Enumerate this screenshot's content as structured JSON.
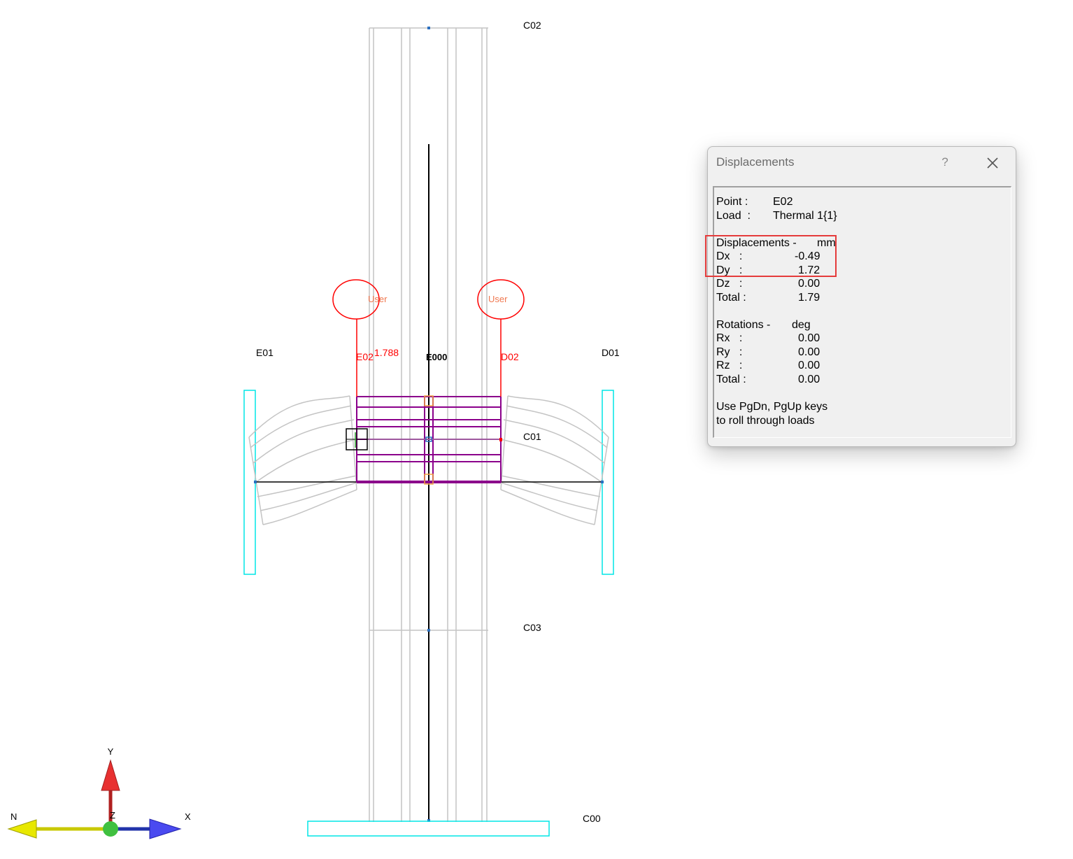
{
  "canvas": {
    "node_labels": {
      "c02": "C02",
      "c01": "C01",
      "c03": "C03",
      "c00": "C00",
      "e01": "E01",
      "d01": "D01",
      "e02": "E02",
      "d02": "D02",
      "overlap": "E000"
    },
    "value_label": "1.788",
    "user_left": "User",
    "user_right": "User"
  },
  "axis_triad": {
    "y": "Y",
    "x": "X",
    "n": "N",
    "z": "Z"
  },
  "dialog": {
    "title": "Displacements",
    "help_label": "?",
    "point_label": "Point :",
    "point_value": "E02",
    "load_label": "Load  :",
    "load_value": "Thermal 1{1}",
    "displacements_header": "Displacements -",
    "displacements_unit": "mm",
    "dx_label": "Dx   :",
    "dx_value": "-0.49",
    "dy_label": "Dy   :",
    "dy_value": "1.72",
    "dz_label": "Dz   :",
    "dz_value": "0.00",
    "disp_total_label": "Total :",
    "disp_total_value": "1.79",
    "rotations_header": "Rotations -",
    "rotations_unit": "deg",
    "rx_label": "Rx   :",
    "rx_value": "0.00",
    "ry_label": "Ry   :",
    "ry_value": "0.00",
    "rz_label": "Rz   :",
    "rz_value": "0.00",
    "rot_total_label": "Total :",
    "rot_total_value": "0.00",
    "hint_line1": "Use PgDn, PgUp keys",
    "hint_line2": "to roll through loads"
  },
  "colors": {
    "support": "#00e5e5",
    "member_purple": "#8b008b",
    "highlight": "#e53b3b",
    "node_red": "#ff0000"
  }
}
